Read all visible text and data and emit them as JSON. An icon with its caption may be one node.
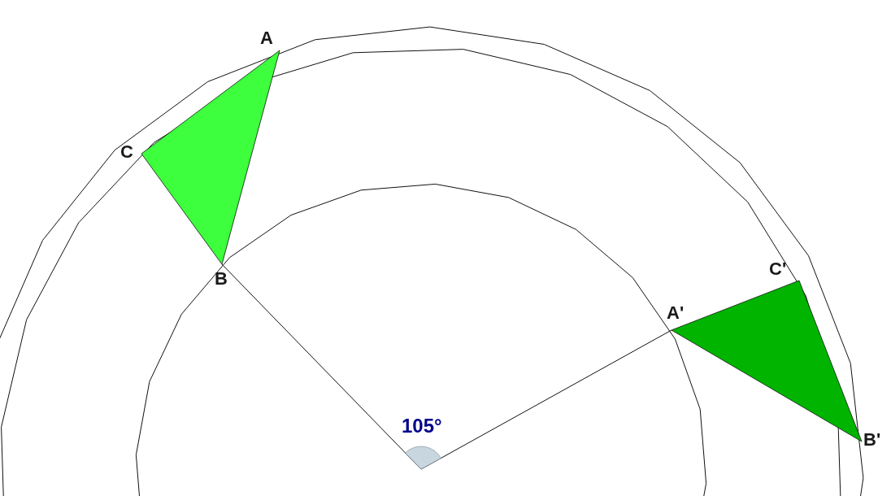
{
  "diagram": {
    "labels": [
      "A",
      "C",
      "B",
      "A'",
      "C'",
      "B'",
      "105°"
    ]
  }
}
